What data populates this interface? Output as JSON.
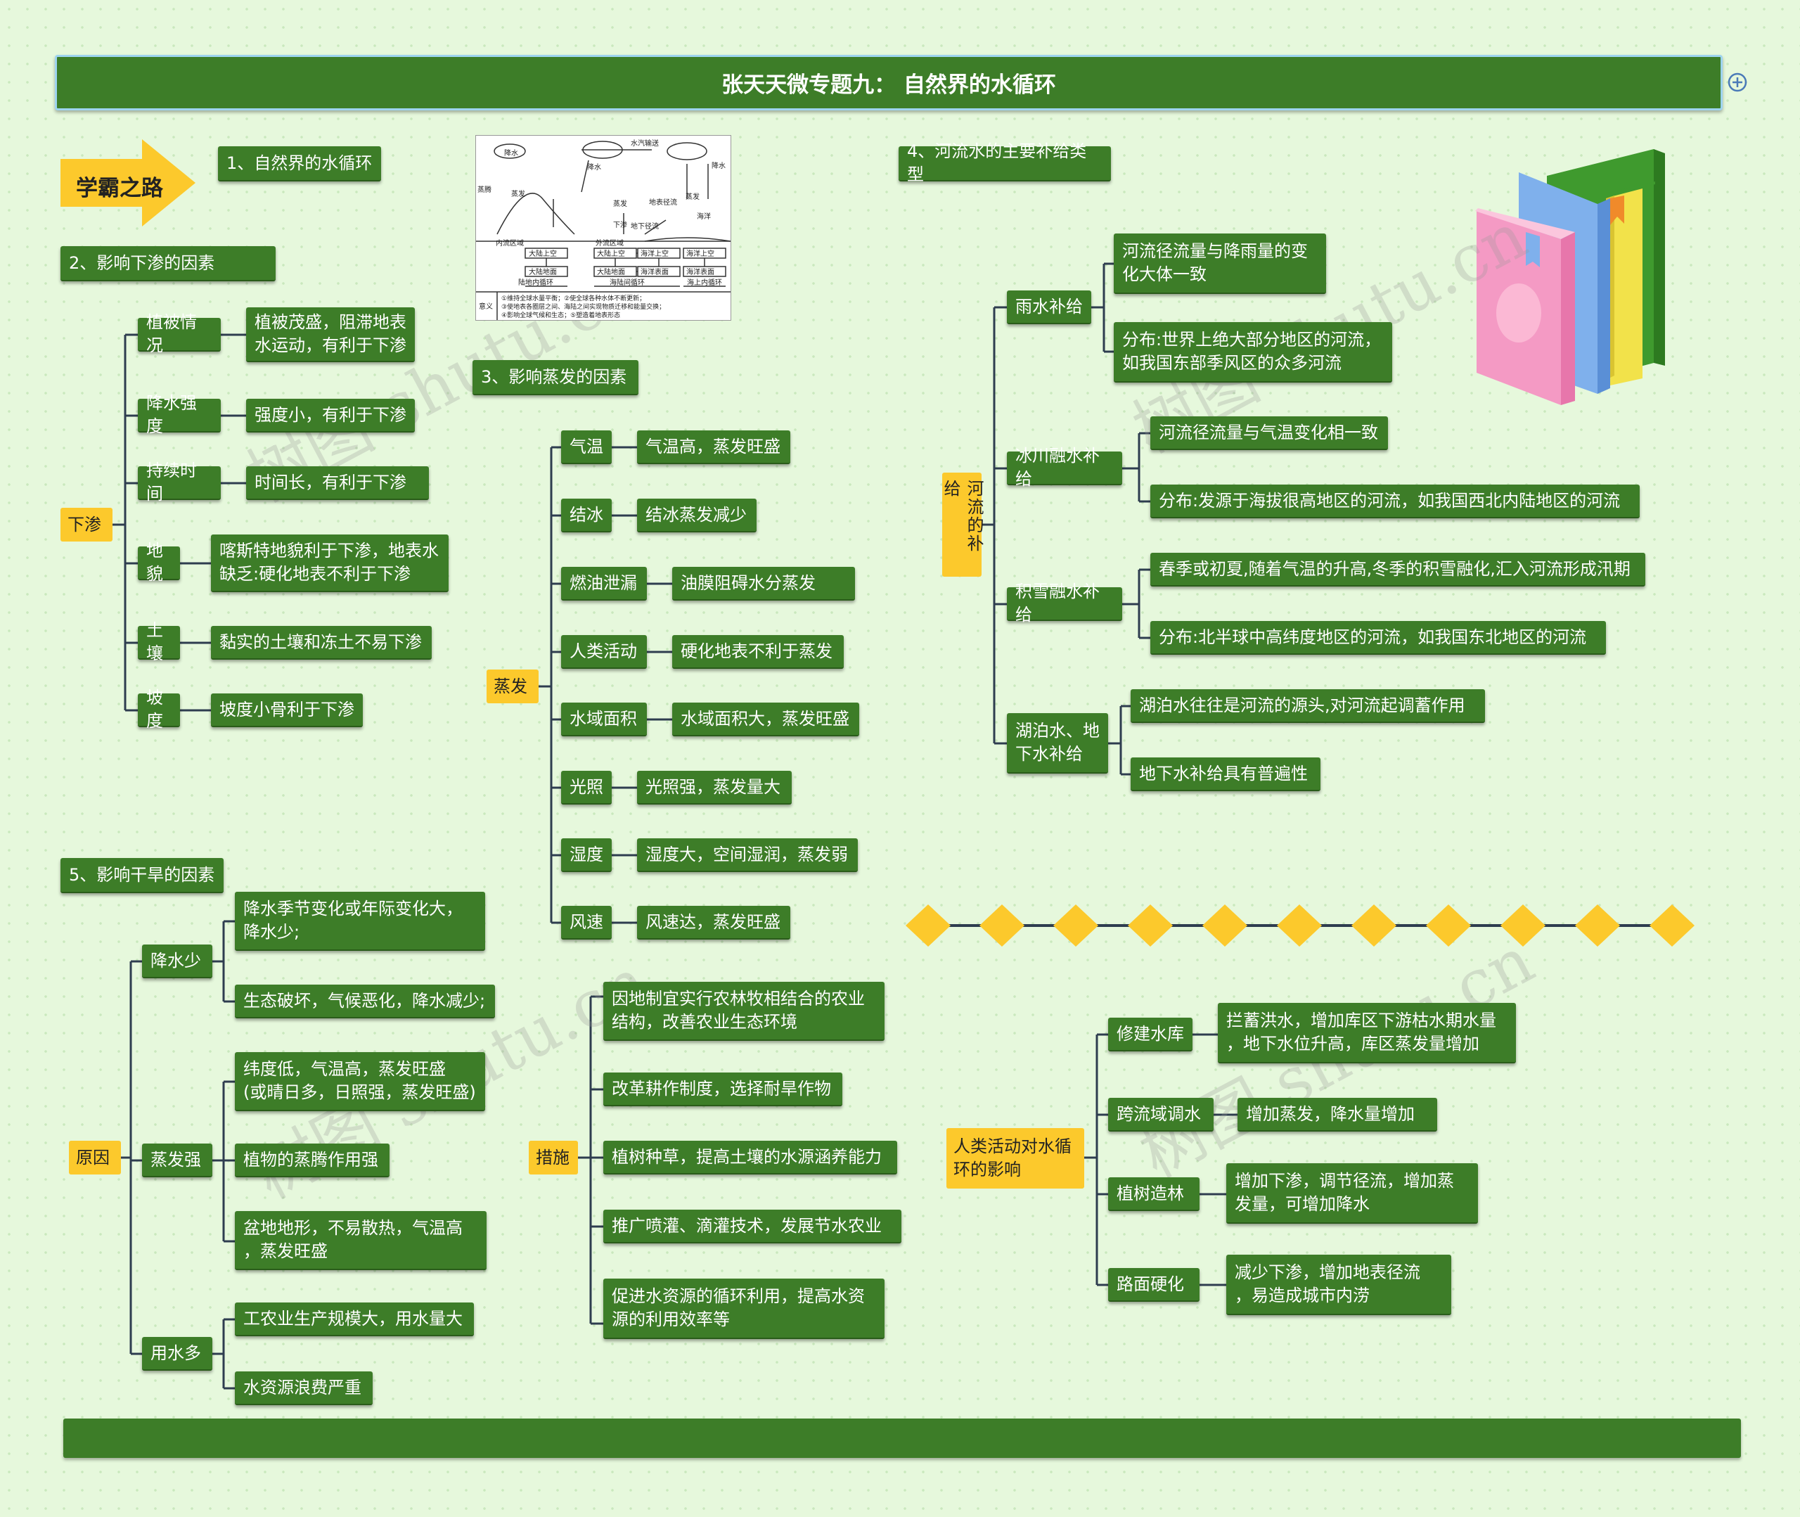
{
  "title": "张天天微专题九：  自然界的水循环",
  "banner": "学霸之路",
  "sections": {
    "s1": "1、自然界的水循环",
    "s2": "2、影响下渗的因素",
    "s3": "3、影响蒸发的因素",
    "s4": "4、河流水的主要补给类型",
    "s5": "5、影响干旱的因素"
  },
  "infiltration": {
    "root": "下渗",
    "items": [
      {
        "factor": "植被情况",
        "detail": "植被茂盛，阻滞地表\n水运动，有利于下渗"
      },
      {
        "factor": "降水强度",
        "detail": "强度小，有利于下渗"
      },
      {
        "factor": "持续时间",
        "detail": "时间长，有利于下渗"
      },
      {
        "factor": "地貌",
        "detail": "喀斯特地貌利于下渗，地表水\n缺乏:硬化地表不利于下渗"
      },
      {
        "factor": "土壤",
        "detail": "黏实的土壤和冻土不易下渗"
      },
      {
        "factor": "坡度",
        "detail": "坡度小骨利于下渗"
      }
    ]
  },
  "evaporation": {
    "root": "蒸发",
    "items": [
      {
        "factor": "气温",
        "detail": "气温高，蒸发旺盛"
      },
      {
        "factor": "结冰",
        "detail": "结冰蒸发减少"
      },
      {
        "factor": "燃油泄漏",
        "detail": "油膜阻碍水分蒸发"
      },
      {
        "factor": "人类活动",
        "detail": "硬化地表不利于蒸发"
      },
      {
        "factor": "水域面积",
        "detail": "水域面积大，蒸发旺盛"
      },
      {
        "factor": "光照",
        "detail": "光照强，蒸发量大"
      },
      {
        "factor": "湿度",
        "detail": "湿度大，空间湿润，蒸发弱"
      },
      {
        "factor": "风速",
        "detail": "风速达，蒸发旺盛"
      }
    ]
  },
  "river": {
    "root": "河流的补给",
    "types": [
      {
        "name": "雨水补给",
        "details": [
          "河流径流量与降雨量的变\n化大体一致",
          "分布:世界上绝大部分地区的河流，\n如我国东部季风区的众多河流"
        ]
      },
      {
        "name": "冰川融水补给",
        "details": [
          "河流径流量与气温变化相一致",
          "分布:发源于海拔很高地区的河流，如我国西北内陆地区的河流"
        ]
      },
      {
        "name": "积雪融水补给",
        "details": [
          "春季或初夏,随着气温的升高,冬季的积雪融化,汇入河流形成汛期",
          "分布:北半球中高纬度地区的河流，如我国东北地区的河流"
        ]
      },
      {
        "name": "湖泊水、地\n下水补给",
        "details": [
          "湖泊水往往是河流的源头,对河流起调蓄作用",
          "地下水补给具有普遍性"
        ]
      }
    ]
  },
  "drought": {
    "root": "原因",
    "causes": [
      {
        "name": "降水少",
        "details": [
          "降水季节变化或年际变化大，\n降水少;",
          "生态破坏，气候恶化，降水减少;"
        ]
      },
      {
        "name": "蒸发强",
        "details": [
          "纬度低，气温高，蒸发旺盛\n(或晴日多，日照强，蒸发旺盛)",
          "植物的蒸腾作用强",
          "盆地地形，不易散热，气温高\n，蒸发旺盛"
        ]
      },
      {
        "name": "用水多",
        "details": [
          "工农业生产规模大，用水量大",
          "水资源浪费严重"
        ]
      }
    ]
  },
  "measures": {
    "root": "措施",
    "items": [
      "因地制宜实行农林牧相结合的农业\n结构，改善农业生态环境",
      "改革耕作制度，选择耐旱作物",
      "植树种草，提高土壤的水源涵养能力",
      "推广喷灌、滴灌技术，发展节水农业",
      "促进水资源的循环利用，提高水资\n源的利用效率等"
    ]
  },
  "human": {
    "root": "人类活动对水循\n环的影响",
    "items": [
      {
        "name": "修建水库",
        "detail": "拦蓄洪水，增加库区下游枯水期水量\n，地下水位升高，库区蒸发量增加"
      },
      {
        "name": "跨流域调水",
        "detail": "增加蒸发，降水量增加"
      },
      {
        "name": "植树造林",
        "detail": "增加下渗，调节径流，增加蒸\n发量，可增加降水"
      },
      {
        "name": "路面硬化",
        "detail": "减少下渗，增加地表径流\n，易造成城市内涝"
      }
    ]
  },
  "cycle_figure": {
    "labels": {
      "vapor": "水汽输送",
      "rain1": "降水",
      "rain2": "降水",
      "rain3": "降水",
      "transp": "蒸腾",
      "evap1": "蒸发",
      "evap2": "蒸发",
      "evap3": "蒸发",
      "surface": "地表径流",
      "under": "地下径流",
      "infil": "下渗",
      "ocean": "海洋",
      "inland": "内流区域",
      "outflow": "外流区域",
      "b1": "大陆上空",
      "b2": "大陆上空",
      "b3": "海洋上空",
      "b4": "海洋上空",
      "b5": "大陆地面",
      "b6": "大陆地面",
      "b7": "海洋表面",
      "b8": "海洋表面",
      "c1": "陆地内循环",
      "c2": "海陆间循环",
      "c3": "海上内循环",
      "sig": "意义",
      "m1": "①维持全球水量平衡；②使全球各种水体不断更新；",
      "m2": "③使地表各圈层之间、海陆之间实现物质迁移和能量交换；",
      "m3": "④影响全球气候和生态；⑤塑造着地表形态"
    }
  },
  "colors": {
    "green": "#3d7d28",
    "yellow": "#fcc92c",
    "bg": "#e6f8dc",
    "line": "#2e3d4f"
  }
}
